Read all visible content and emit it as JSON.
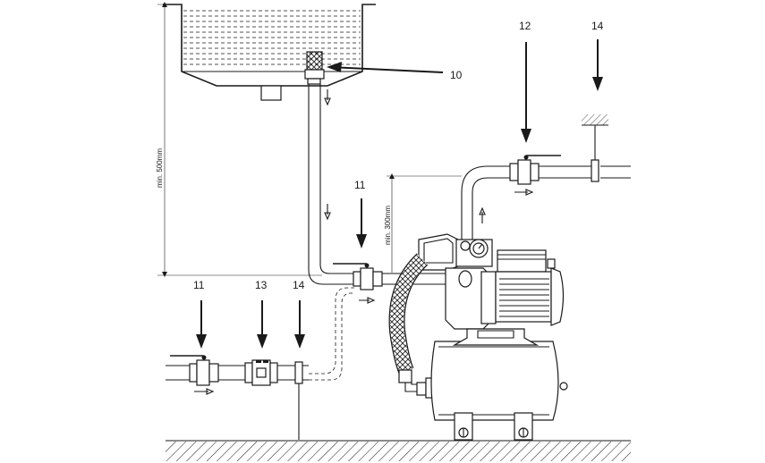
{
  "diagram": {
    "title": "Pump installation diagram with tank",
    "callouts": {
      "c10": "10",
      "c11_top": "11",
      "c11_left": "11",
      "c12": "12",
      "c13": "13",
      "c14_left": "14",
      "c14_right": "14"
    },
    "dimensions": {
      "min500": "min. 500mm",
      "min300": "min. 300mm"
    },
    "colors": {
      "line": "#1a1a1a",
      "background": "#ffffff"
    }
  }
}
